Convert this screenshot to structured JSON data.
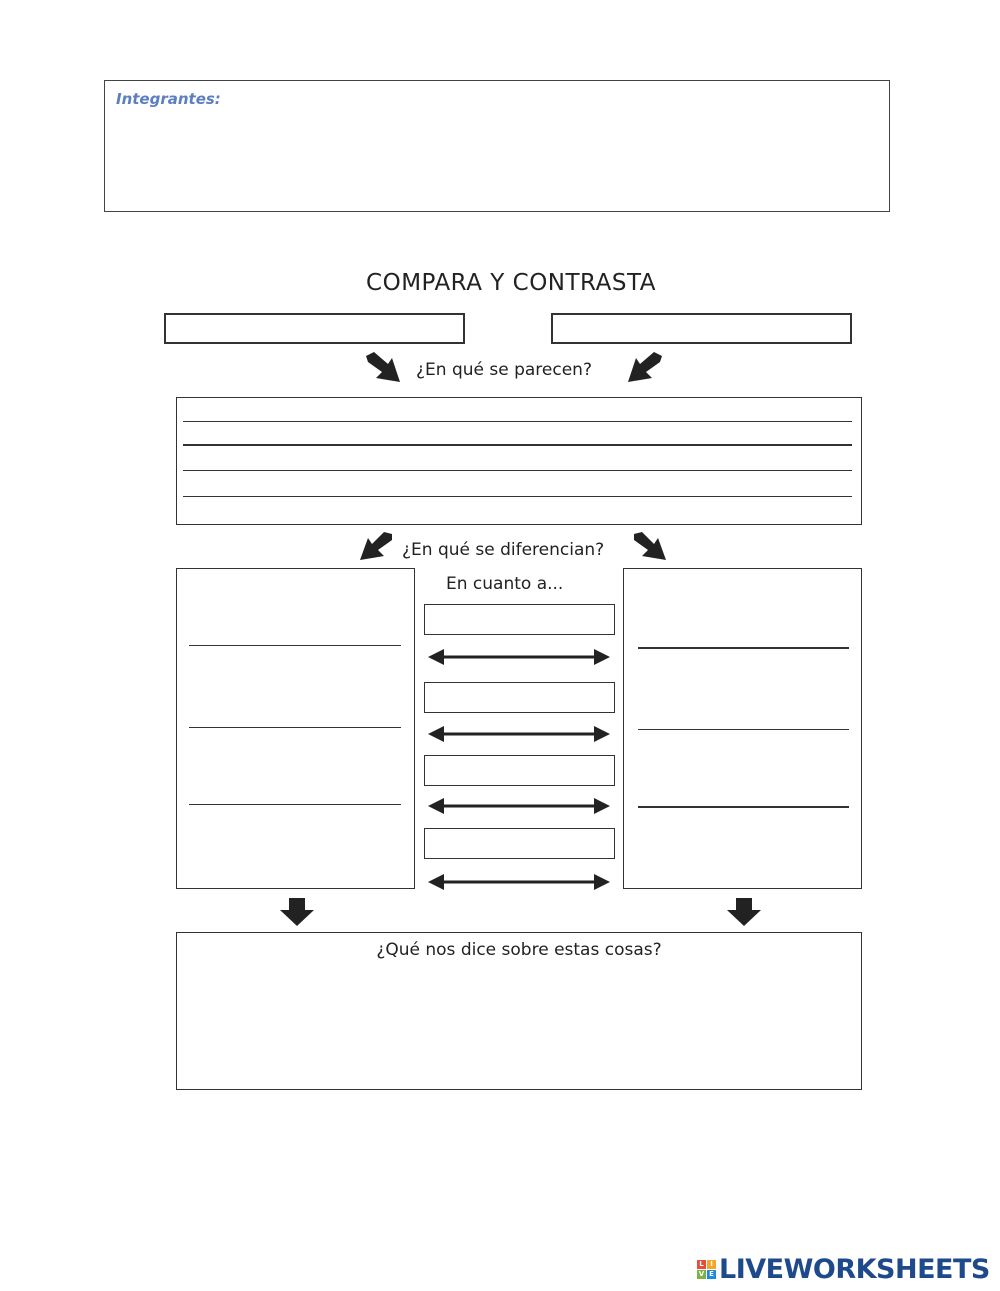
{
  "members": {
    "label": "Integrantes:"
  },
  "worksheet": {
    "title": "COMPARA Y CONTRASTA",
    "similar_prompt": "¿En qué se parecen?",
    "different_prompt": "¿En qué se diferencian?",
    "criteria_label": "En cuanto a...",
    "summary_prompt": "¿Qué nos dice sobre estas cosas?"
  },
  "brand": {
    "name": "LIVEWORKSHEETS",
    "blocks": [
      {
        "letter": "L",
        "color": "#e94b3c"
      },
      {
        "letter": "I",
        "color": "#f5a623"
      },
      {
        "letter": "V",
        "color": "#7cb342"
      },
      {
        "letter": "E",
        "color": "#1e88e5"
      }
    ],
    "text_color": "#1e4a8c"
  },
  "colors": {
    "ink": "#222222",
    "members_label": "#5b7fc0"
  }
}
